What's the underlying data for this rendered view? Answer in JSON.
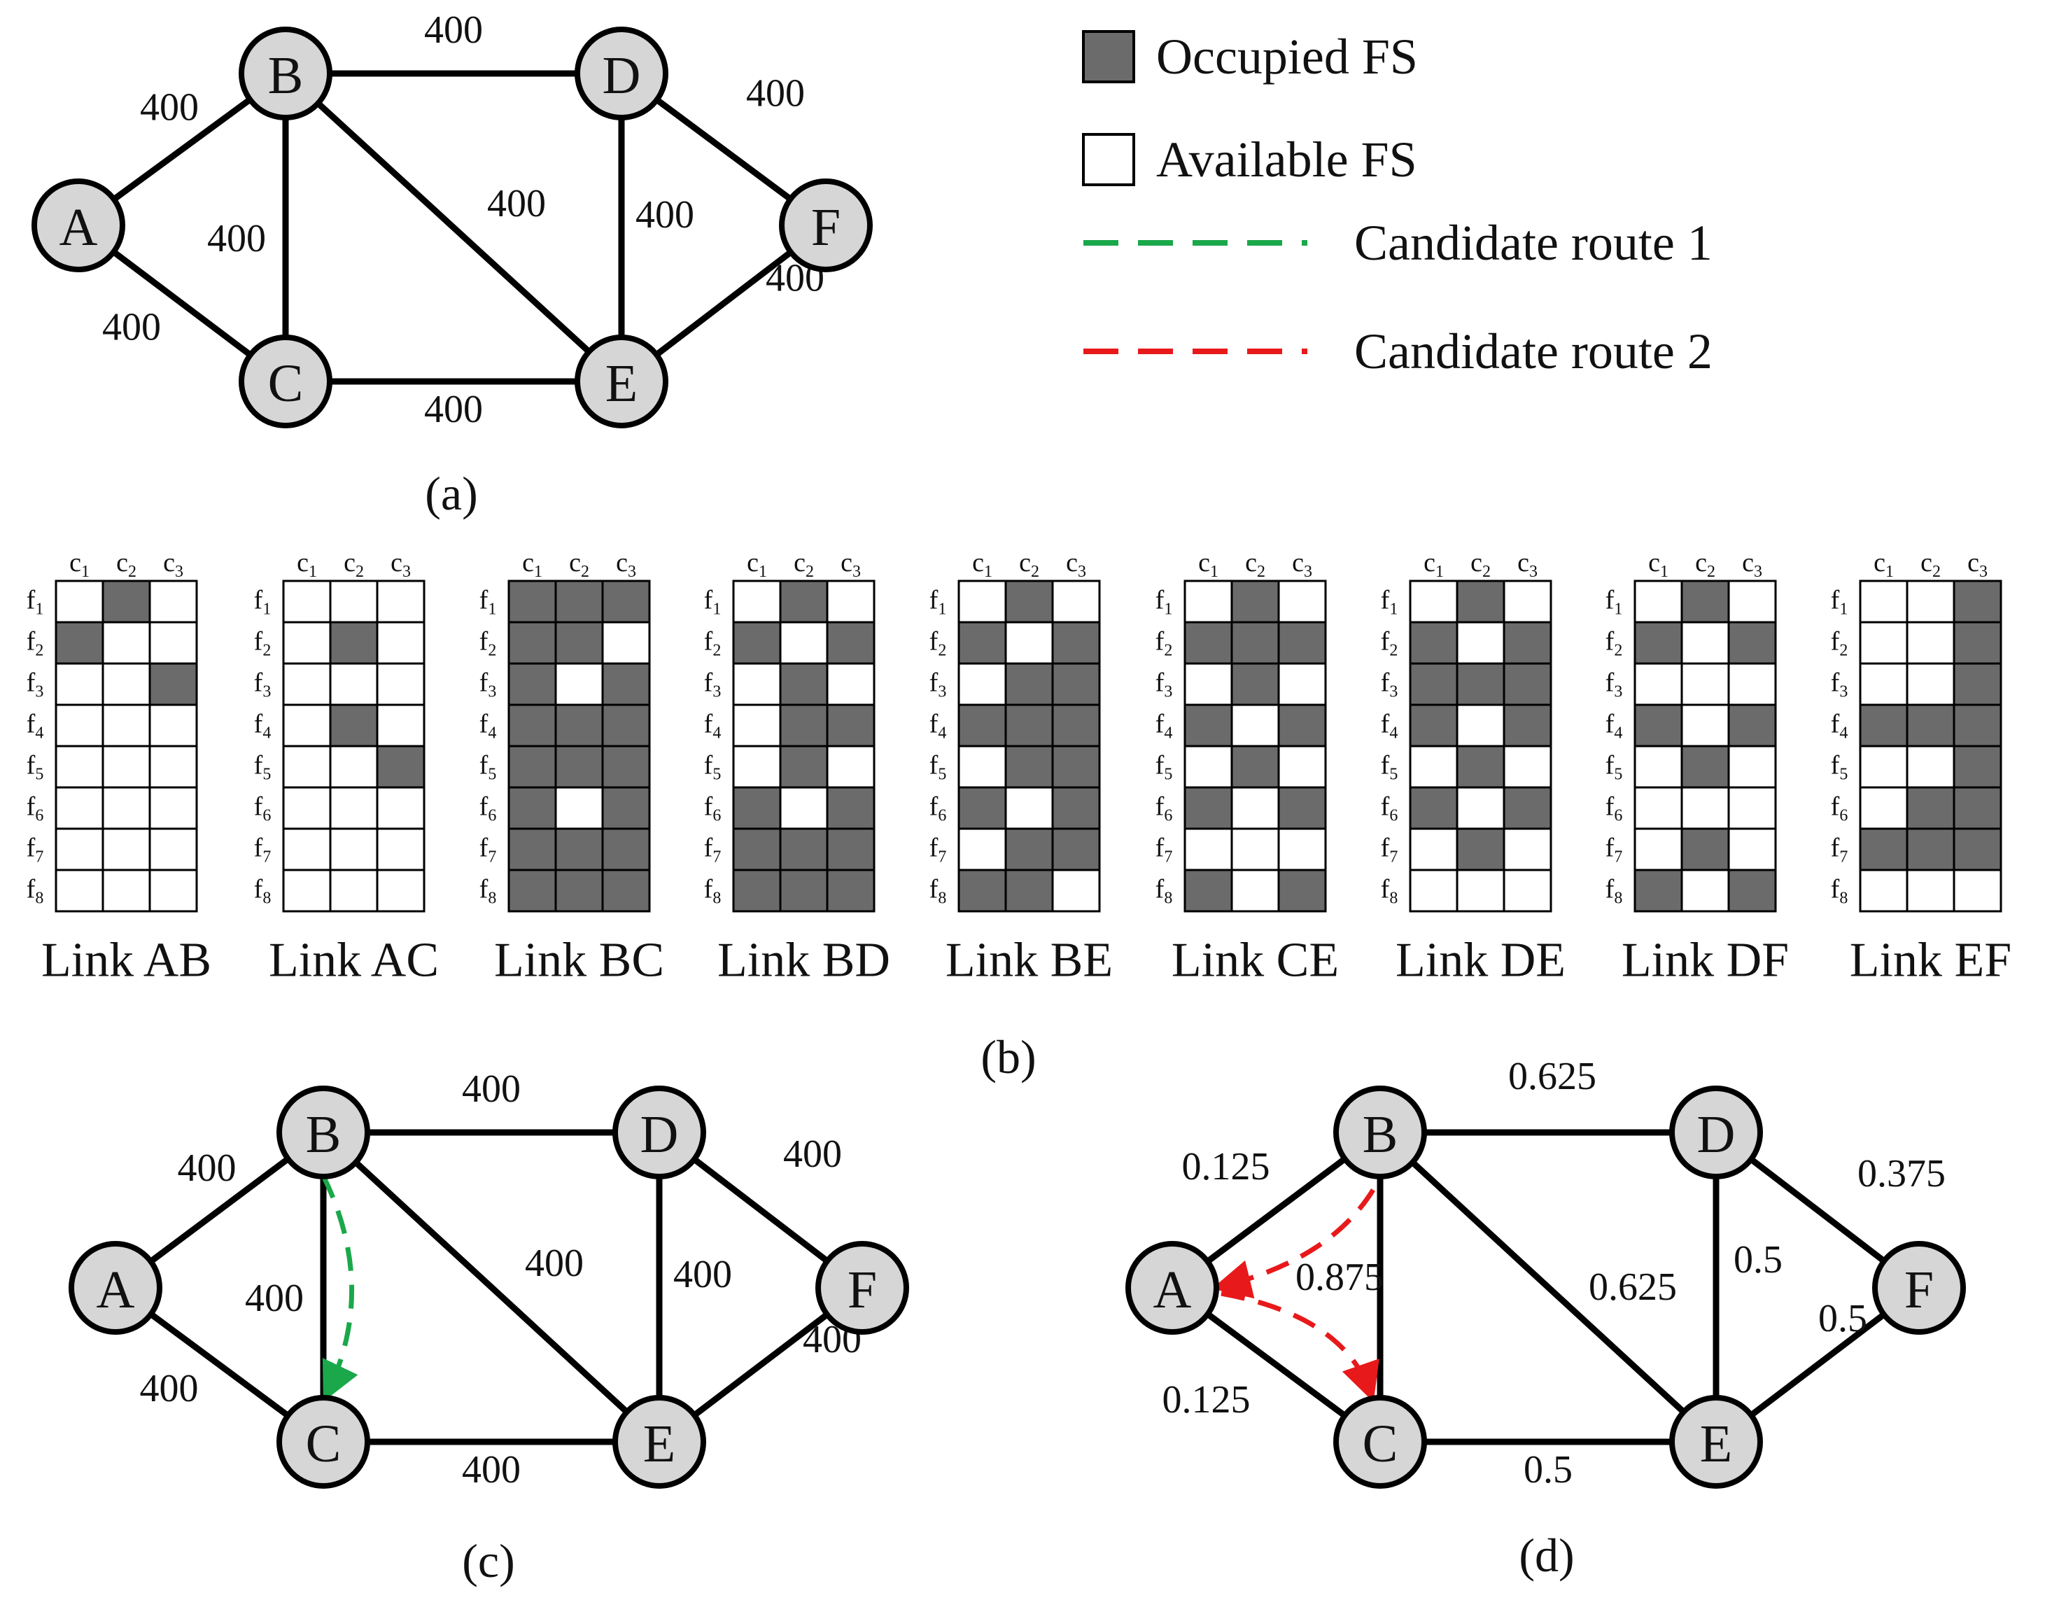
{
  "legend": {
    "occupied": {
      "label": "Occupied FS",
      "color": "#6b6b6b"
    },
    "available": {
      "label": "Available FS",
      "color": "#ffffff"
    },
    "route1": {
      "label": "Candidate route 1",
      "color": "#1aa84a"
    },
    "route2": {
      "label": "Candidate route 2",
      "color": "#e8191a"
    }
  },
  "captions": {
    "a": "(a)",
    "b": "(b)",
    "c": "(c)",
    "d": "(d)"
  },
  "nodes": [
    "A",
    "B",
    "C",
    "D",
    "E",
    "F"
  ],
  "edges": [
    {
      "id": "AB",
      "from": "A",
      "to": "B"
    },
    {
      "id": "AC",
      "from": "A",
      "to": "C"
    },
    {
      "id": "BC",
      "from": "B",
      "to": "C"
    },
    {
      "id": "BD",
      "from": "B",
      "to": "D"
    },
    {
      "id": "BE",
      "from": "B",
      "to": "E"
    },
    {
      "id": "CE",
      "from": "C",
      "to": "E"
    },
    {
      "id": "DE",
      "from": "D",
      "to": "E"
    },
    {
      "id": "DF",
      "from": "D",
      "to": "F"
    },
    {
      "id": "EF",
      "from": "E",
      "to": "F"
    }
  ],
  "graph_a_weights": {
    "AB": "400",
    "AC": "400",
    "BC": "400",
    "BD": "400",
    "BE": "400",
    "CE": "400",
    "DE": "400",
    "DF": "400",
    "EF": "400"
  },
  "graph_c_weights": {
    "AB": "400",
    "AC": "400",
    "BC": "400",
    "BD": "400",
    "BE": "400",
    "CE": "400",
    "DE": "400",
    "DF": "400",
    "EF": "400"
  },
  "graph_d_weights": {
    "AB": "0.125",
    "AC": "0.125",
    "BC": "0.875",
    "BD": "0.625",
    "BE": "0.625",
    "CE": "0.5",
    "DE": "0.5",
    "DF": "0.375",
    "EF": "0.5"
  },
  "grid_columns": [
    "1",
    "2",
    "3"
  ],
  "grid_rows": [
    "1",
    "2",
    "3",
    "4",
    "5",
    "6",
    "7",
    "8"
  ],
  "axis_letters": {
    "col": "c",
    "row": "f"
  },
  "links": [
    {
      "title": "Link AB",
      "occupied": [
        [
          0,
          1,
          0
        ],
        [
          1,
          0,
          0
        ],
        [
          0,
          0,
          1
        ],
        [
          0,
          0,
          0
        ],
        [
          0,
          0,
          0
        ],
        [
          0,
          0,
          0
        ],
        [
          0,
          0,
          0
        ],
        [
          0,
          0,
          0
        ]
      ]
    },
    {
      "title": "Link AC",
      "occupied": [
        [
          0,
          0,
          0
        ],
        [
          0,
          1,
          0
        ],
        [
          0,
          0,
          0
        ],
        [
          0,
          1,
          0
        ],
        [
          0,
          0,
          1
        ],
        [
          0,
          0,
          0
        ],
        [
          0,
          0,
          0
        ],
        [
          0,
          0,
          0
        ]
      ]
    },
    {
      "title": "Link BC",
      "occupied": [
        [
          1,
          1,
          1
        ],
        [
          1,
          1,
          0
        ],
        [
          1,
          0,
          1
        ],
        [
          1,
          1,
          1
        ],
        [
          1,
          1,
          1
        ],
        [
          1,
          0,
          1
        ],
        [
          1,
          1,
          1
        ],
        [
          1,
          1,
          1
        ]
      ]
    },
    {
      "title": "Link BD",
      "occupied": [
        [
          0,
          1,
          0
        ],
        [
          1,
          0,
          1
        ],
        [
          0,
          1,
          0
        ],
        [
          0,
          1,
          1
        ],
        [
          0,
          1,
          0
        ],
        [
          1,
          0,
          1
        ],
        [
          1,
          1,
          1
        ],
        [
          1,
          1,
          1
        ]
      ]
    },
    {
      "title": "Link BE",
      "occupied": [
        [
          0,
          1,
          0
        ],
        [
          1,
          0,
          1
        ],
        [
          0,
          1,
          1
        ],
        [
          1,
          1,
          1
        ],
        [
          0,
          1,
          1
        ],
        [
          1,
          0,
          1
        ],
        [
          0,
          1,
          1
        ],
        [
          1,
          1,
          0
        ]
      ]
    },
    {
      "title": "Link CE",
      "occupied": [
        [
          0,
          1,
          0
        ],
        [
          1,
          1,
          1
        ],
        [
          0,
          1,
          0
        ],
        [
          1,
          0,
          1
        ],
        [
          0,
          1,
          0
        ],
        [
          1,
          0,
          1
        ],
        [
          0,
          0,
          0
        ],
        [
          1,
          0,
          1
        ]
      ]
    },
    {
      "title": "Link DE",
      "occupied": [
        [
          0,
          1,
          0
        ],
        [
          1,
          0,
          1
        ],
        [
          1,
          1,
          1
        ],
        [
          1,
          0,
          1
        ],
        [
          0,
          1,
          0
        ],
        [
          1,
          0,
          1
        ],
        [
          0,
          1,
          0
        ],
        [
          0,
          0,
          0
        ]
      ]
    },
    {
      "title": "Link DF",
      "occupied": [
        [
          0,
          1,
          0
        ],
        [
          1,
          0,
          1
        ],
        [
          0,
          0,
          0
        ],
        [
          1,
          0,
          1
        ],
        [
          0,
          1,
          0
        ],
        [
          0,
          0,
          0
        ],
        [
          0,
          1,
          0
        ],
        [
          1,
          0,
          1
        ]
      ]
    },
    {
      "title": "Link EF",
      "occupied": [
        [
          0,
          0,
          1
        ],
        [
          0,
          0,
          1
        ],
        [
          0,
          0,
          1
        ],
        [
          1,
          1,
          1
        ],
        [
          0,
          0,
          1
        ],
        [
          0,
          1,
          1
        ],
        [
          1,
          1,
          1
        ],
        [
          0,
          0,
          0
        ]
      ]
    }
  ]
}
